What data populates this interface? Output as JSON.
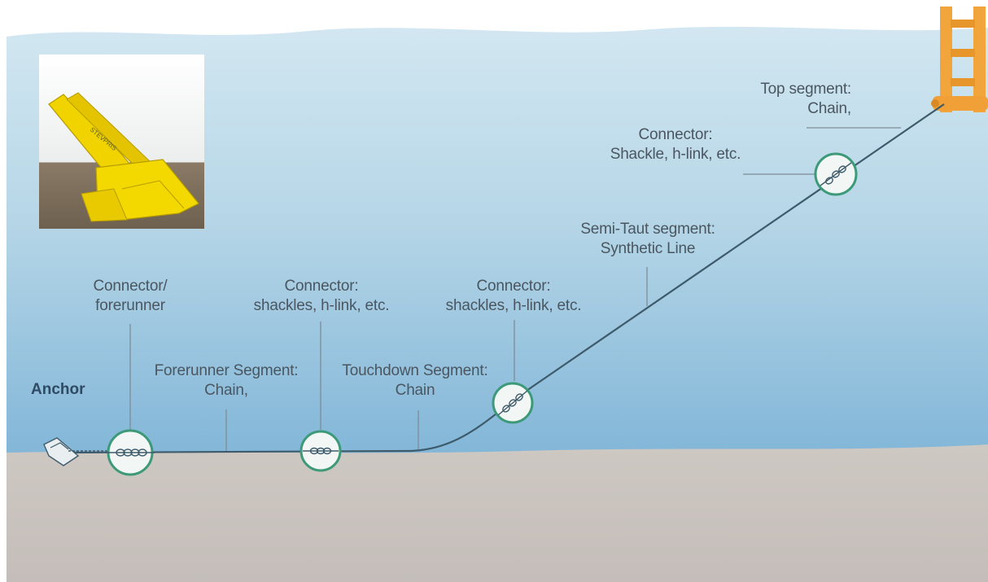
{
  "labels": {
    "anchor": "Anchor",
    "connector_forerunner": [
      "Connector/",
      "forerunner"
    ],
    "forerunner_segment": [
      "Forerunner Segment:",
      "Chain,"
    ],
    "connector_mid1": [
      "Connector:",
      "shackles, h-link, etc."
    ],
    "touchdown_segment": [
      "Touchdown Segment:",
      "Chain"
    ],
    "connector_mid2": [
      "Connector:",
      "shackles, h-link, etc."
    ],
    "semitaut_segment": [
      "Semi-Taut segment:",
      "Synthetic Line"
    ],
    "connector_top": [
      "Connector:",
      "Shackle, h-link, etc."
    ],
    "top_segment": [
      "Top segment:",
      "Chain,"
    ]
  },
  "photo": {
    "brand_text": "STEVPRIS"
  },
  "colors": {
    "water_top": "#cde5f0",
    "water_bottom": "#86b9da",
    "seabed": "#cac3bf",
    "mooring_line": "#3e5b6b",
    "connector_ring": "#3c9a78",
    "platform": "#f2a53a",
    "anchor_yellow": "#f1d300",
    "text": "#4a5660",
    "anchor_text": "#2f4a63"
  }
}
